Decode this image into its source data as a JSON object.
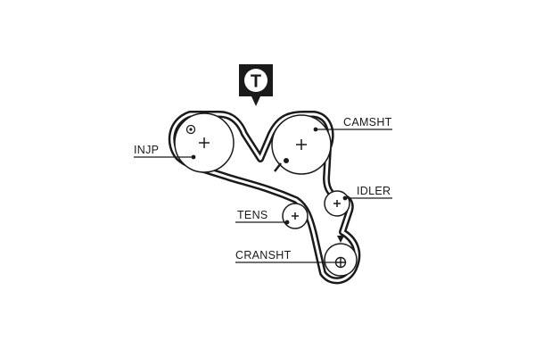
{
  "badge": {
    "letter": "T"
  },
  "labels": {
    "injp": "INJP",
    "camsht": "CAMSHT",
    "idler": "IDLER",
    "tens": "TENS",
    "cransht": "CRANSHT"
  },
  "colors": {
    "ink": "#1a1a1a",
    "background": "#ffffff"
  }
}
